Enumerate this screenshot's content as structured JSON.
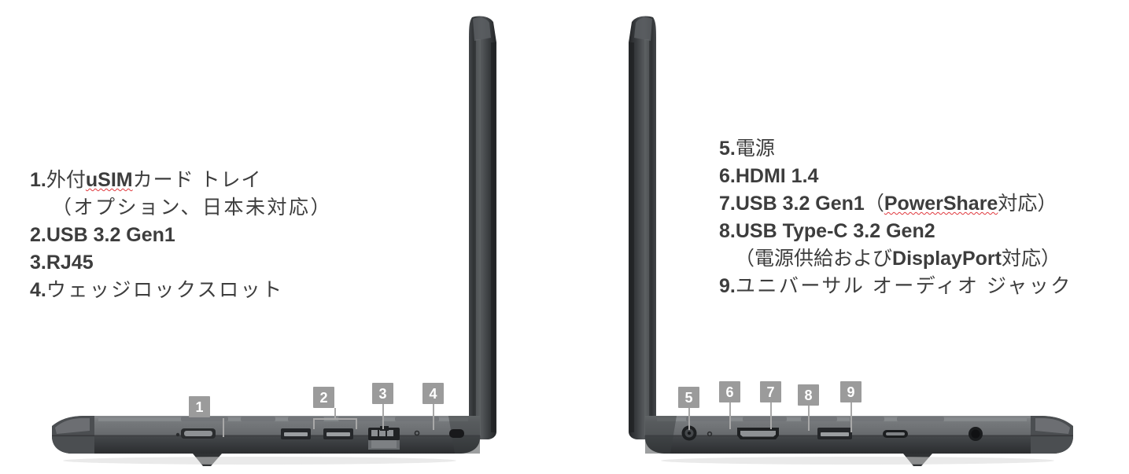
{
  "page": {
    "background_color": "#ffffff",
    "badge_color": "#9b9b9b",
    "badge_text_color": "#ffffff",
    "text_color": "#3d3d3d",
    "chassis_color": "#5a5c5e",
    "spellcheck_underline_color": "#e0393e"
  },
  "left_panel": {
    "view_label": "laptop-left-side-view",
    "items": [
      {
        "number": "1.",
        "line1_a": "外付",
        "line1_b": "uSIM",
        "line1_c": "カード トレイ",
        "line2": "（オプション、日本未対応）"
      },
      {
        "number": "2.",
        "label": "USB 3.2 Gen1"
      },
      {
        "number": "3.",
        "label": "RJ45"
      },
      {
        "number": "4.",
        "label": "ウェッジロックスロット"
      }
    ],
    "badges": [
      "1",
      "2",
      "3",
      "4"
    ]
  },
  "right_panel": {
    "view_label": "laptop-right-side-view",
    "items": [
      {
        "number": "5.",
        "label": "電源"
      },
      {
        "number": "6.",
        "label": "HDMI 1.4"
      },
      {
        "number": "7.",
        "label_a": "USB 3.2 Gen1",
        "paren_open": "（",
        "label_b": "PowerShare",
        "label_c": "対応）"
      },
      {
        "number": "8.",
        "line1": "USB Type-C 3.2 Gen2",
        "line2_a": "（電源供給および",
        "line2_b": "DisplayPort",
        "line2_c": "対応）"
      },
      {
        "number": "9.",
        "label": "ユニバーサル オーディオ ジャック"
      }
    ],
    "badges": [
      "5",
      "6",
      "7",
      "8",
      "9"
    ]
  },
  "ports": {
    "left": [
      {
        "name": "usim-tray",
        "callout": "1"
      },
      {
        "name": "usb-a-port-1",
        "callout": "2"
      },
      {
        "name": "usb-a-port-2",
        "callout": "2"
      },
      {
        "name": "rj45-port",
        "callout": "3"
      },
      {
        "name": "wedge-lock-slot",
        "callout": "4"
      }
    ],
    "right": [
      {
        "name": "power-jack",
        "callout": "5"
      },
      {
        "name": "hdmi-port",
        "callout": "6"
      },
      {
        "name": "usb-a-port",
        "callout": "7"
      },
      {
        "name": "usb-c-port",
        "callout": "8"
      },
      {
        "name": "audio-jack",
        "callout": "9"
      }
    ]
  }
}
